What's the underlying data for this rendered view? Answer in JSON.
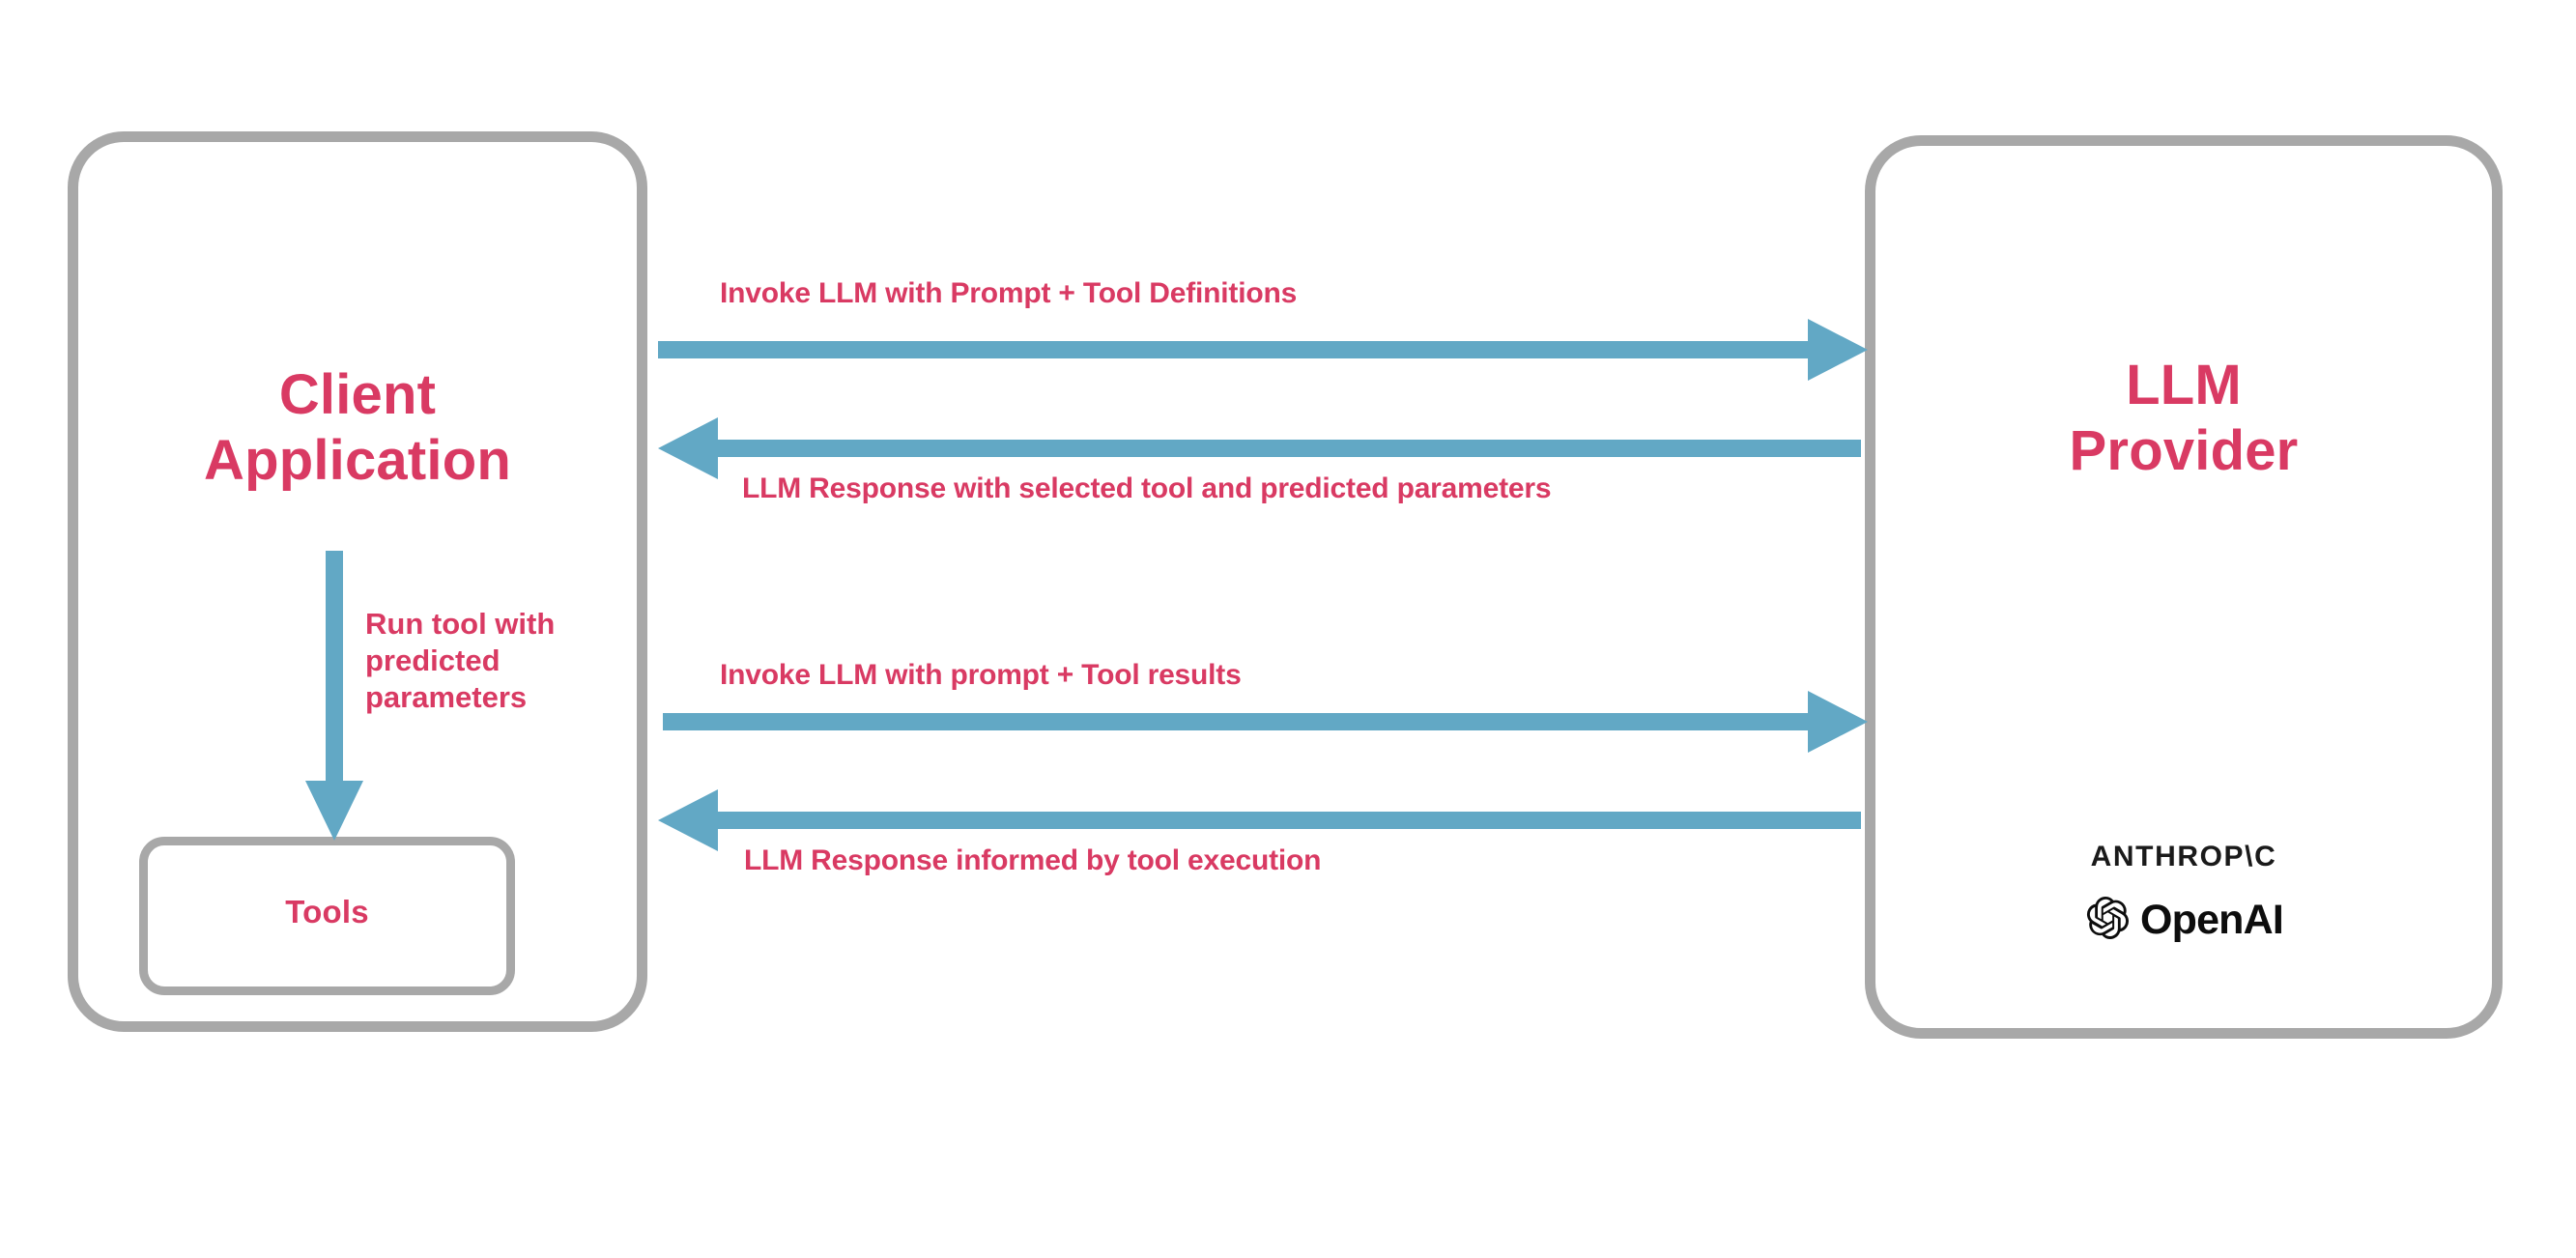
{
  "diagram": {
    "title": "LLM tool calling interaction flow",
    "colors": {
      "accent_pink": "#d93a63",
      "arrow_teal": "#62a8c5",
      "box_border_gray": "#a8a8a8",
      "logo_black": "#1a1a1a",
      "background": "#ffffff"
    },
    "nodes": {
      "client": {
        "label": "Client\nApplication"
      },
      "tools": {
        "label": "Tools"
      },
      "llm_provider": {
        "label": "LLM\nProvider",
        "vendors": {
          "anthropic": "ANTHROP\\C",
          "openai": "OpenAI",
          "openai_icon": "openai-swirl-icon"
        }
      }
    },
    "edges": [
      {
        "id": "invoke-1",
        "label": "Invoke LLM with Prompt + Tool Definitions",
        "direction": "right",
        "from": "client",
        "to": "llm_provider"
      },
      {
        "id": "response-1",
        "label": "LLM Response with selected tool and predicted parameters",
        "direction": "left",
        "from": "llm_provider",
        "to": "client"
      },
      {
        "id": "run-tool",
        "label": "Run tool with\npredicted\nparameters",
        "direction": "down",
        "from": "client",
        "to": "tools"
      },
      {
        "id": "invoke-2",
        "label": "Invoke LLM with prompt + Tool results",
        "direction": "right",
        "from": "client",
        "to": "llm_provider"
      },
      {
        "id": "response-2",
        "label": "LLM Response informed by tool execution",
        "direction": "left",
        "from": "llm_provider",
        "to": "client"
      }
    ]
  }
}
